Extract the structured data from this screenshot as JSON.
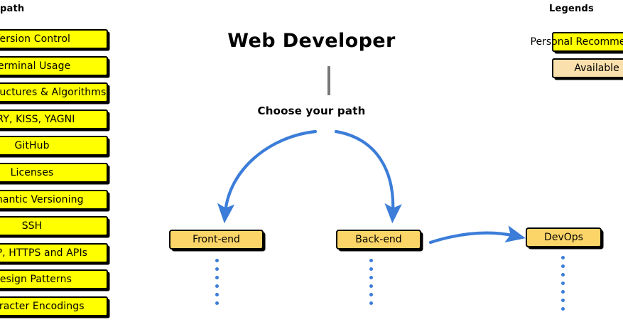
{
  "left_panel": {
    "header": "path",
    "items": [
      {
        "label": "Version Control"
      },
      {
        "label": "Terminal Usage"
      },
      {
        "label": "Data Structures & Algorithms"
      },
      {
        "label": "DRY, KISS, YAGNI"
      },
      {
        "label": "GitHub"
      },
      {
        "label": "Licenses"
      },
      {
        "label": "Semantic Versioning"
      },
      {
        "label": "SSH"
      },
      {
        "label": "HTTP, HTTPS and APIs"
      },
      {
        "label": "Design Patterns"
      },
      {
        "label": "Character Encodings"
      }
    ]
  },
  "diagram": {
    "title": "Web Developer",
    "subtitle": "Choose your path",
    "nodes": [
      {
        "id": "frontend",
        "label": "Front-end"
      },
      {
        "id": "backend",
        "label": "Back-end"
      },
      {
        "id": "devops",
        "label": "DevOps"
      }
    ]
  },
  "legends": {
    "title": "Legends",
    "items": [
      {
        "label": "Personal Recommendation",
        "color": "#FFFF00"
      },
      {
        "label": "Available",
        "color": "#FAE0AD"
      }
    ]
  },
  "colors": {
    "yellow": "#FFFF00",
    "node_fill": "#FCD568",
    "legend_available": "#FAE0AD",
    "arrow_blue": "#3B7DD8",
    "stem_gray": "#777777",
    "outline": "#000000"
  }
}
